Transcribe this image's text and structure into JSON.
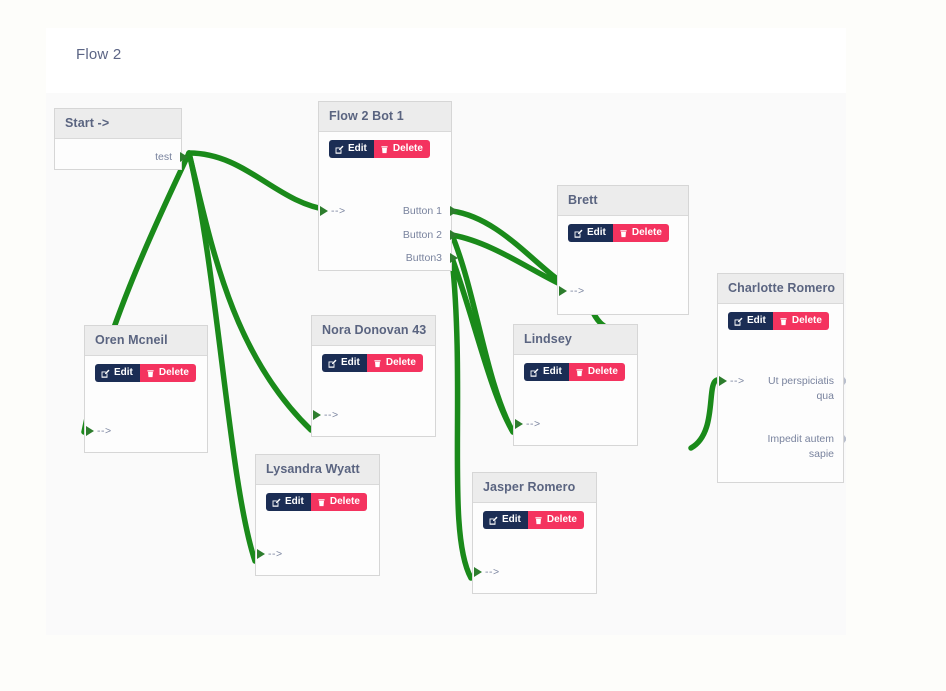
{
  "page": {
    "background": "#fdfdfa",
    "canvas_background": "#fafafa"
  },
  "header": {
    "title": "Flow 2"
  },
  "theme": {
    "edge_color": "#1a8a1a",
    "edit_button_color": "#1b2d54",
    "delete_button_color": "#f4335f",
    "node_header_color": "#ececec",
    "node_title_color": "#5a6480",
    "port_text_color": "#79839e"
  },
  "labels": {
    "edit": "Edit",
    "delete": "Delete",
    "input_port": "-->"
  },
  "nodes": [
    {
      "id": "start",
      "title": "Start ->",
      "has_buttons": false,
      "outputs": [
        "test"
      ]
    },
    {
      "id": "flow2bot1",
      "title": "Flow 2 Bot 1",
      "has_buttons": true,
      "input": "-->",
      "outputs": [
        "Button 1",
        "Button 2",
        "Button3"
      ]
    },
    {
      "id": "oren",
      "title": "Oren Mcneil",
      "has_buttons": true,
      "input": "-->",
      "outputs": []
    },
    {
      "id": "nora",
      "title": "Nora Donovan 43",
      "has_buttons": true,
      "input": "-->",
      "outputs": []
    },
    {
      "id": "lysandra",
      "title": "Lysandra Wyatt",
      "has_buttons": true,
      "input": "-->",
      "outputs": []
    },
    {
      "id": "jasper",
      "title": "Jasper Romero",
      "has_buttons": true,
      "input": "-->",
      "outputs": []
    },
    {
      "id": "lindsey",
      "title": "Lindsey",
      "has_buttons": true,
      "input": "-->",
      "outputs": []
    },
    {
      "id": "brett",
      "title": "Brett",
      "has_buttons": true,
      "input": "-->",
      "outputs": []
    },
    {
      "id": "charlotte",
      "title": "Charlotte Romero",
      "has_buttons": true,
      "input": "-->",
      "outputs": [
        "Ut perspiciatis qua",
        "Impedit autem sapie"
      ]
    }
  ]
}
